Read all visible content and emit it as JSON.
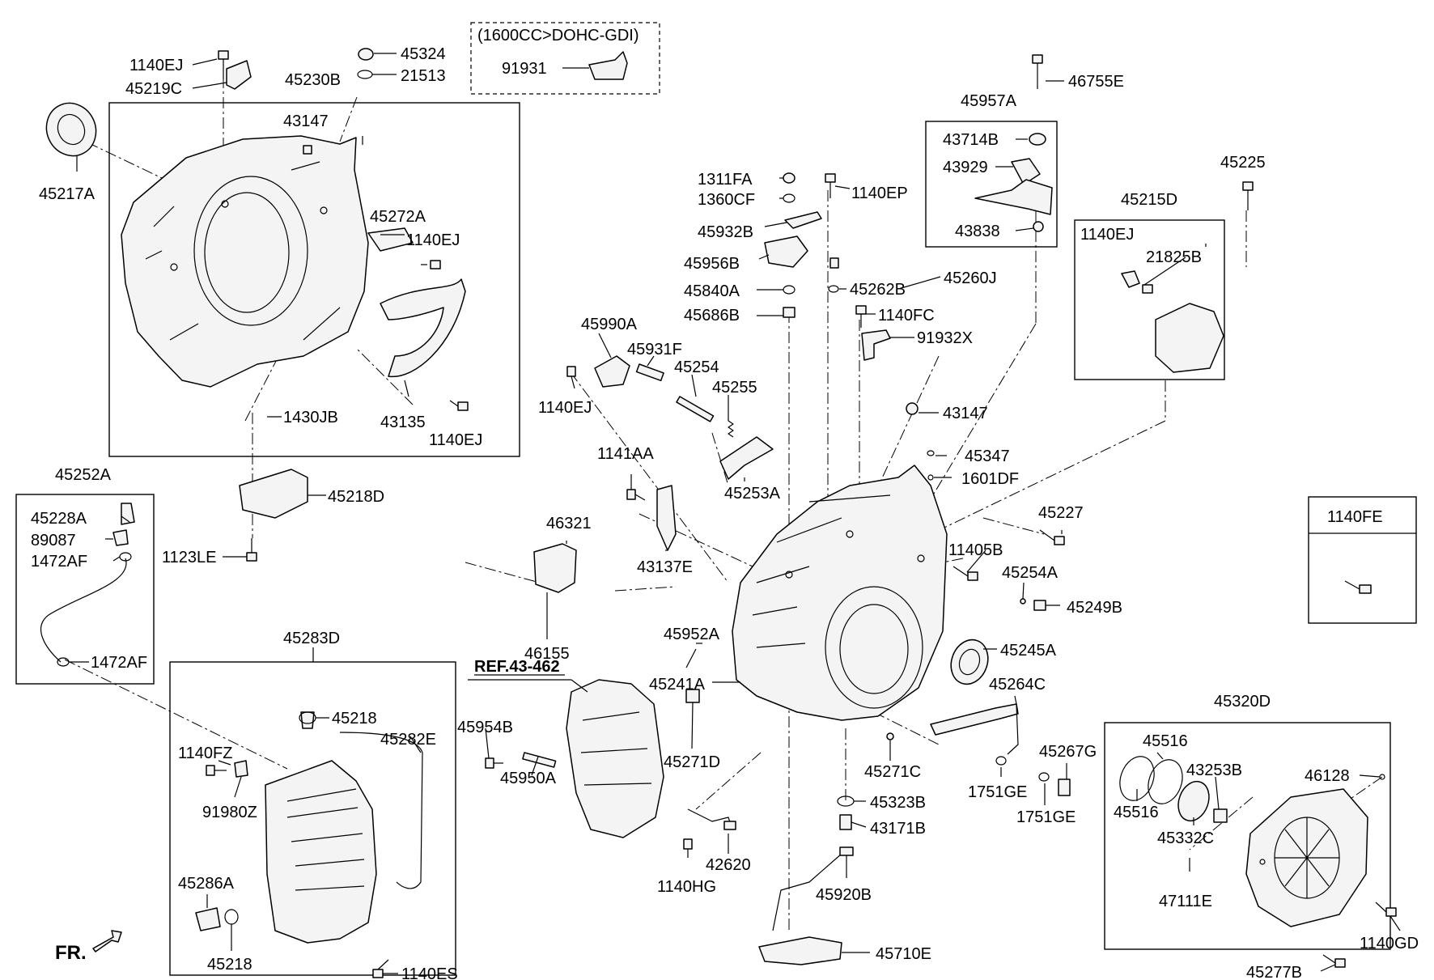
{
  "callouts": [
    {
      "id": "c1",
      "text": "1140EJ"
    },
    {
      "id": "c2",
      "text": "45219C"
    },
    {
      "id": "c3",
      "text": "45230B"
    },
    {
      "id": "c4",
      "text": "45324"
    },
    {
      "id": "c5",
      "text": "21513"
    },
    {
      "id": "c6",
      "text": "91931"
    },
    {
      "id": "c7",
      "text": "46755E"
    },
    {
      "id": "c8",
      "text": "45957A"
    },
    {
      "id": "c9",
      "text": "43714B"
    },
    {
      "id": "c10",
      "text": "43929"
    },
    {
      "id": "c11",
      "text": "43838"
    },
    {
      "id": "c12",
      "text": "45225"
    },
    {
      "id": "c13",
      "text": "45215D"
    },
    {
      "id": "c14",
      "text": "1140EJ"
    },
    {
      "id": "c15",
      "text": "21825B"
    },
    {
      "id": "c16",
      "text": "45217A"
    },
    {
      "id": "c17",
      "text": "43147"
    },
    {
      "id": "c18",
      "text": "45272A"
    },
    {
      "id": "c19",
      "text": "1140EJ"
    },
    {
      "id": "c20",
      "text": "1311FA"
    },
    {
      "id": "c21",
      "text": "1360CF"
    },
    {
      "id": "c22",
      "text": "1140EP"
    },
    {
      "id": "c23",
      "text": "45932B"
    },
    {
      "id": "c24",
      "text": "45956B"
    },
    {
      "id": "c25",
      "text": "45840A"
    },
    {
      "id": "c26",
      "text": "45262B"
    },
    {
      "id": "c27",
      "text": "45260J"
    },
    {
      "id": "c28",
      "text": "45686B"
    },
    {
      "id": "c29",
      "text": "1140FC"
    },
    {
      "id": "c30",
      "text": "91932X"
    },
    {
      "id": "c31",
      "text": "45990A"
    },
    {
      "id": "c32",
      "text": "45931F"
    },
    {
      "id": "c33",
      "text": "45254"
    },
    {
      "id": "c34",
      "text": "45255"
    },
    {
      "id": "c35",
      "text": "1140EJ"
    },
    {
      "id": "c36",
      "text": "1430JB"
    },
    {
      "id": "c37",
      "text": "43135"
    },
    {
      "id": "c38",
      "text": "1140EJ"
    },
    {
      "id": "c39",
      "text": "43147"
    },
    {
      "id": "c40",
      "text": "45347"
    },
    {
      "id": "c41",
      "text": "1601DF"
    },
    {
      "id": "c42",
      "text": "1141AA"
    },
    {
      "id": "c43",
      "text": "45253A"
    },
    {
      "id": "c44",
      "text": "45252A"
    },
    {
      "id": "c45",
      "text": "45228A"
    },
    {
      "id": "c46",
      "text": "89087"
    },
    {
      "id": "c47",
      "text": "1472AF"
    },
    {
      "id": "c48",
      "text": "1472AF"
    },
    {
      "id": "c49",
      "text": "45218D"
    },
    {
      "id": "c50",
      "text": "1123LE"
    },
    {
      "id": "c51",
      "text": "46321"
    },
    {
      "id": "c52",
      "text": "43137E"
    },
    {
      "id": "c53",
      "text": "45227"
    },
    {
      "id": "c54",
      "text": "11405B"
    },
    {
      "id": "c55",
      "text": "45254A"
    },
    {
      "id": "c56",
      "text": "45249B"
    },
    {
      "id": "c57",
      "text": "45245A"
    },
    {
      "id": "c58",
      "text": "46155"
    },
    {
      "id": "c59",
      "text": "45952A"
    },
    {
      "id": "c60",
      "text": "45241A"
    },
    {
      "id": "c61",
      "text": "45264C"
    },
    {
      "id": "c62",
      "text": "45283D"
    },
    {
      "id": "c63",
      "text": "45218"
    },
    {
      "id": "c64",
      "text": "45282E"
    },
    {
      "id": "c65",
      "text": "1140FZ"
    },
    {
      "id": "c66",
      "text": "91980Z"
    },
    {
      "id": "c67",
      "text": "45954B"
    },
    {
      "id": "c68",
      "text": "45950A"
    },
    {
      "id": "c69",
      "text": "45271D"
    },
    {
      "id": "c70",
      "text": "45271C"
    },
    {
      "id": "c71",
      "text": "1751GE"
    },
    {
      "id": "c72",
      "text": "45267G"
    },
    {
      "id": "c73",
      "text": "1751GE"
    },
    {
      "id": "c74",
      "text": "45323B"
    },
    {
      "id": "c75",
      "text": "43171B"
    },
    {
      "id": "c76",
      "text": "42620"
    },
    {
      "id": "c77",
      "text": "1140HG"
    },
    {
      "id": "c78",
      "text": "45920B"
    },
    {
      "id": "c79",
      "text": "45286A"
    },
    {
      "id": "c80",
      "text": "45218"
    },
    {
      "id": "c81",
      "text": "1140ES"
    },
    {
      "id": "c82",
      "text": "45710E"
    },
    {
      "id": "c83",
      "text": "45320D"
    },
    {
      "id": "c84",
      "text": "45516"
    },
    {
      "id": "c85",
      "text": "43253B"
    },
    {
      "id": "c86",
      "text": "46128"
    },
    {
      "id": "c87",
      "text": "45516"
    },
    {
      "id": "c88",
      "text": "45332C"
    },
    {
      "id": "c89",
      "text": "47111E"
    },
    {
      "id": "c90",
      "text": "1140GD"
    },
    {
      "id": "c91",
      "text": "45277B"
    }
  ],
  "engine_note": "(1600CC>DOHC-GDI)",
  "reference_label": "REF.43-462",
  "standalone_part": {
    "title": "1140FE"
  },
  "front_indicator": "FR."
}
